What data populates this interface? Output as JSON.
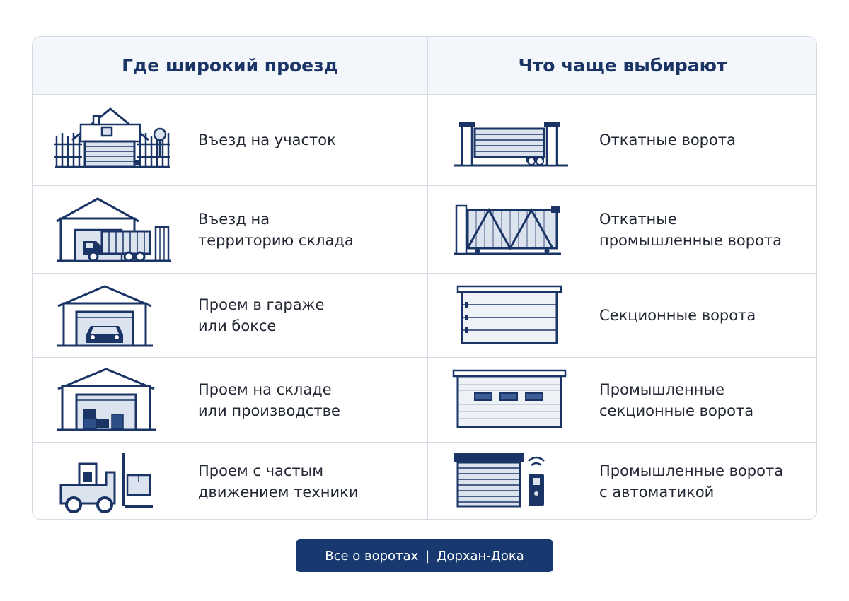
{
  "header": {
    "left_title": "Где широкий проезд",
    "right_title": "Что чаще выбирают"
  },
  "rows": [
    {
      "left_icon": "house-fence-gate-icon",
      "left_lines": [
        "Въезд на участок"
      ],
      "right_icon": "sliding-gate-icon",
      "right_lines": [
        "Откатные ворота"
      ]
    },
    {
      "left_icon": "warehouse-truck-icon",
      "left_lines": [
        "Въезд на",
        "территорию склада"
      ],
      "right_icon": "industrial-sliding-gate-icon",
      "right_lines": [
        "Откатные",
        "промышленные ворота"
      ]
    },
    {
      "left_icon": "garage-car-icon",
      "left_lines": [
        "Проем в гараже",
        "или боксе"
      ],
      "right_icon": "sectional-door-icon",
      "right_lines": [
        "Секционные ворота"
      ]
    },
    {
      "left_icon": "warehouse-boxes-icon",
      "left_lines": [
        "Проем на складе",
        "или производстве"
      ],
      "right_icon": "industrial-sectional-door-icon",
      "right_lines": [
        "Промышленные",
        "секционные ворота"
      ]
    },
    {
      "left_icon": "forklift-icon",
      "left_lines": [
        "Проем с частым",
        "движением техники"
      ],
      "right_icon": "automated-door-remote-icon",
      "right_lines": [
        "Промышленные ворота",
        "с автоматикой"
      ]
    }
  ],
  "footer": {
    "left": "Все о воротах",
    "separator": "|",
    "right": "Дорхан-Дока"
  },
  "colors": {
    "navy": "#1b3466",
    "icon_fill": "#dbe3ef",
    "footer_bg": "#17396f",
    "border": "#d6dbe3"
  }
}
